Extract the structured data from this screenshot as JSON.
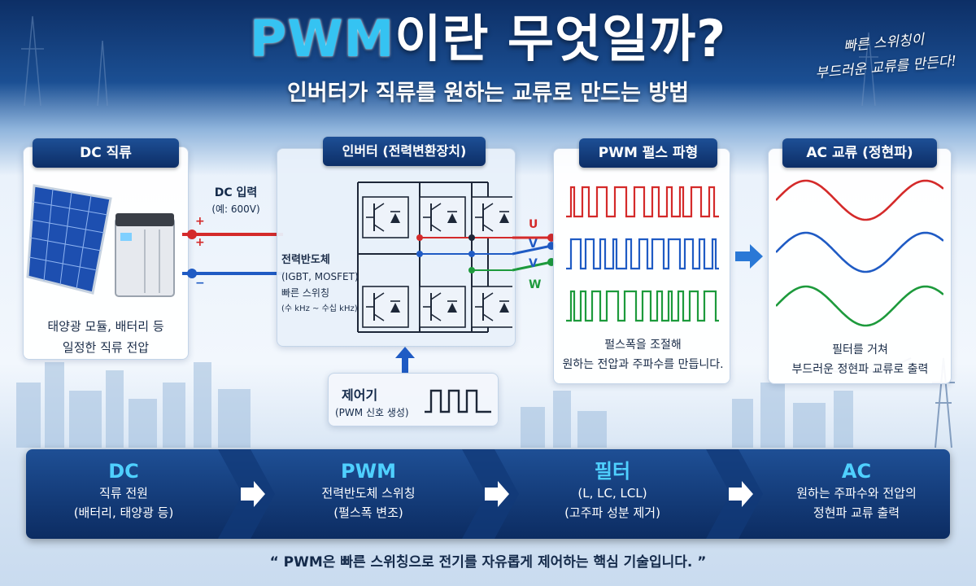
{
  "header": {
    "title_accent": "PWM",
    "title_rest": "이란 무엇일까?",
    "subtitle": "인버터가 직류를 원하는 교류로 만드는 방법",
    "handnote_lines": [
      "빠른 스위칭이",
      "부드러운 교류를 만든다!"
    ]
  },
  "dc_panel": {
    "title": "DC 직류",
    "caption_lines": [
      "태양광 모듈, 배터리 등",
      "일정한 직류 전압"
    ],
    "input_label": "DC 입력",
    "input_note": "(예: 600V)",
    "plus": "+",
    "minus": "−"
  },
  "inverter_panel": {
    "title": "인버터 (전력변환장치)",
    "device_title": "전력반도체",
    "device_type": "(IGBT, MOSFET)",
    "switching": "빠른 스위칭",
    "freq": "(수 kHz ~ 수십 kHz)"
  },
  "controller": {
    "title": "제어기",
    "note": "(PWM 신호 생성)"
  },
  "phases": [
    "U",
    "V",
    "V",
    "W"
  ],
  "pwm_panel": {
    "title": "PWM 펄스 파형",
    "caption_lines": [
      "펄스폭을 조절해",
      "원하는 전압과 주파수를 만듭니다."
    ]
  },
  "ac_panel": {
    "title": "AC 교류 (정현파)",
    "caption_lines": [
      "필터를 거쳐",
      "부드러운 정현파 교류로 출력"
    ]
  },
  "process": [
    {
      "title": "DC",
      "lines": [
        "직류 전원",
        "(배터리, 태양광 등)"
      ]
    },
    {
      "title": "PWM",
      "lines": [
        "전력반도체 스위칭",
        "(펄스폭 변조)"
      ]
    },
    {
      "title": "필터",
      "lines": [
        "(L, LC, LCL)",
        "(고주파 성분 제거)"
      ]
    },
    {
      "title": "AC",
      "lines": [
        "원하는 주파수와 전압의",
        "정현파 교류 출력"
      ]
    }
  ],
  "quote": "“ PWM은 빠른 스위칭으로 전기를 자유롭게 제어하는 핵심 기술입니다. ”",
  "colors": {
    "u_phase": "#d42a2a",
    "v_phase": "#1f5bc4",
    "w_phase": "#1d9a3c",
    "navy": "#0d2e66",
    "accent": "#35c3f2"
  }
}
